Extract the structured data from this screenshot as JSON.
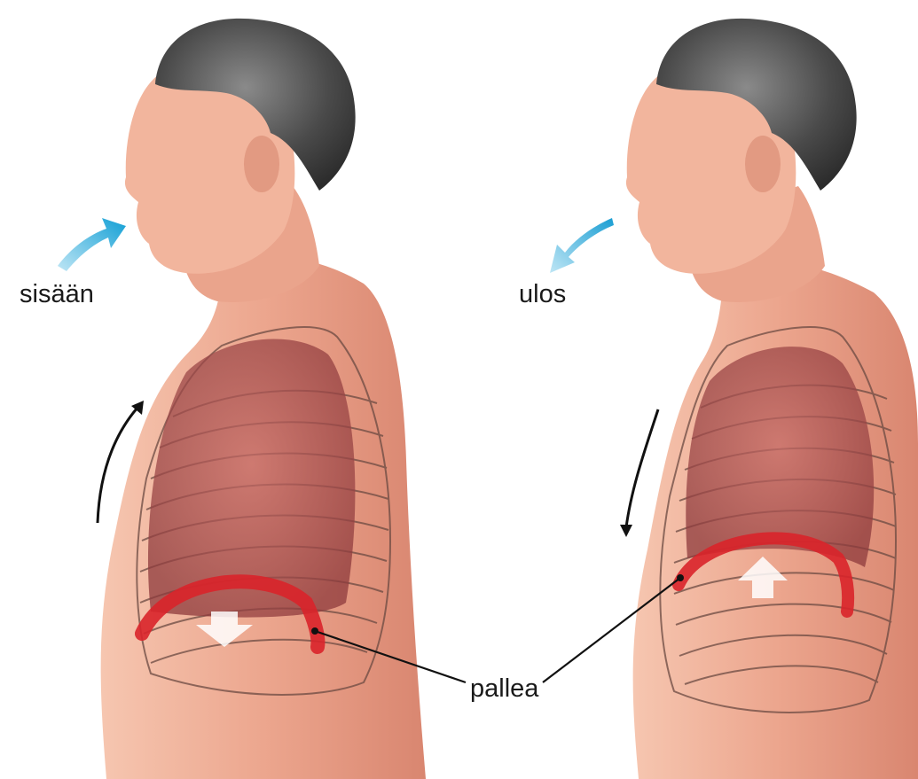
{
  "labels": {
    "inhale": "sisään",
    "exhale": "ulos",
    "diaphragm": "pallea"
  },
  "colors": {
    "background": "#ffffff",
    "skin": "#f0b49c",
    "skin_shadow": "#d88a72",
    "hair": "#4a4a4a",
    "lung": "#a8484a",
    "diaphragm": "#d9232a",
    "rib_outline": "#6b4a42",
    "air_arrow": "#1aa3d6",
    "motion_arrow": "#111111",
    "label_text": "#1a1a1a"
  },
  "panels": [
    {
      "phase": "inhale",
      "diaphragm_motion": "down",
      "chest_motion": "up"
    },
    {
      "phase": "exhale",
      "diaphragm_motion": "up",
      "chest_motion": "down"
    }
  ]
}
